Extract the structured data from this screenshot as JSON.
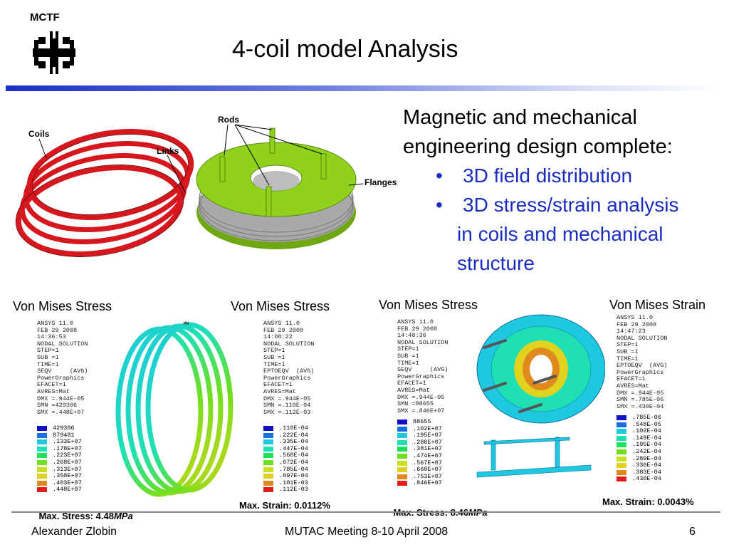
{
  "header": {
    "logo_text": "MCTF",
    "title": "4-coil model Analysis"
  },
  "summary": {
    "intro": "Magnetic and mechanical engineering design complete:",
    "bullets": [
      "3D field distribution",
      "3D stress/strain analysis in coils and mechanical structure"
    ]
  },
  "diagram": {
    "labels": {
      "coils": "Coils",
      "links": "Links",
      "rods": "Rods",
      "flanges": "Flanges"
    }
  },
  "colors": {
    "accent_blue": "#1b2cc1",
    "coil_red": "#d6171e",
    "flange_green": "#8fd11b",
    "link_gray": "#a9a9a9"
  },
  "panels": [
    {
      "title": "Von Mises Stress",
      "ansys": [
        "ANSYS 11.0",
        "FEB 29 2008",
        "14:36:53",
        "NODAL SOLUTION",
        "STEP=1",
        "SUB =1",
        "TIME=1",
        "SEQV     (AVG)",
        "PowerGraphics",
        "EFACET=1",
        "AVRES=Mat",
        "DMX =.944E-05",
        "SMN =429306",
        "SMX =.448E+07"
      ],
      "legend": [
        "429306",
        "879481",
        ".133E+07",
        ".178E+07",
        ".223E+07",
        ".268E+07",
        ".313E+07",
        ".358E+07",
        ".403E+07",
        ".448E+07"
      ],
      "mn_label": "MN",
      "result": "Max. Stress: 4.48",
      "unit": "MPa"
    },
    {
      "title": "Von Mises Stress",
      "ansys": [
        "ANSYS 11.0",
        "FEB 29 2008",
        "14:08:22",
        "NODAL SOLUTION",
        "STEP=1",
        "SUB =1",
        "TIME=1",
        "EPTOEQV  (AVG)",
        "PowerGraphics",
        "EFACET=1",
        "AVRES=Mat",
        "DMX =.944E-05",
        "SMN =.110E-04",
        "SMX =.112E-03"
      ],
      "legend": [
        ".110E-04",
        ".222E-04",
        ".335E-04",
        ".447E-04",
        ".560E-04",
        ".672E-04",
        ".785E-04",
        ".897E-04",
        ".101E-03",
        ".112E-03"
      ],
      "result": "Max. Strain: 0.0112%"
    },
    {
      "title": "Von Mises Stress",
      "ansys": [
        "ANSYS 11.0",
        "FEB 29 2008",
        "14:48:36",
        "NODAL SOLUTION",
        "STEP=1",
        "SUB =1",
        "TIME=1",
        "SEQV     (AVG)",
        "PowerGraphics",
        "EFACET=1",
        "AVRES=Mat",
        "DMX =.944E-05",
        "SMN =88655",
        "SMX =.846E+07"
      ],
      "legend": [
        "88655",
        ".102E+07",
        ".195E+07",
        ".288E+07",
        ".381E+07",
        ".474E+07",
        ".567E+07",
        ".660E+07",
        ".753E+07",
        ".846E+07"
      ],
      "result": "Max. Stress: 8.46",
      "unit": "MPa"
    },
    {
      "title": "Von Mises Strain",
      "ansys": [
        "ANSYS 11.0",
        "FEB 29 2008",
        "14:47:23",
        "NODAL SOLUTION",
        "STEP=1",
        "SUB =1",
        "TIME=1",
        "EPTOEQV  (AVG)",
        "PowerGraphics",
        "EFACET=1",
        "AVRES=Mat",
        "DMX =.944E-05",
        "SMN =.785E-06",
        "SMX =.430E-04"
      ],
      "legend": [
        ".785E-06",
        ".548E-05",
        ".102E-04",
        ".149E-04",
        ".195E-04",
        ".242E-04",
        ".289E-04",
        ".336E-04",
        ".383E-04",
        ".430E-04"
      ],
      "result": "Max. Strain: 0.0043%"
    }
  ],
  "legend_colors": [
    "#1010c8",
    "#1a6fe0",
    "#1ec8e0",
    "#1ee0b4",
    "#1ee05a",
    "#6ee01e",
    "#c8e01e",
    "#e0d21e",
    "#e08a1e",
    "#e01e1e"
  ],
  "footer": {
    "author": "Alexander Zlobin",
    "meeting": "MUTAC Meeting 8-10 April 2008",
    "page": "6"
  }
}
